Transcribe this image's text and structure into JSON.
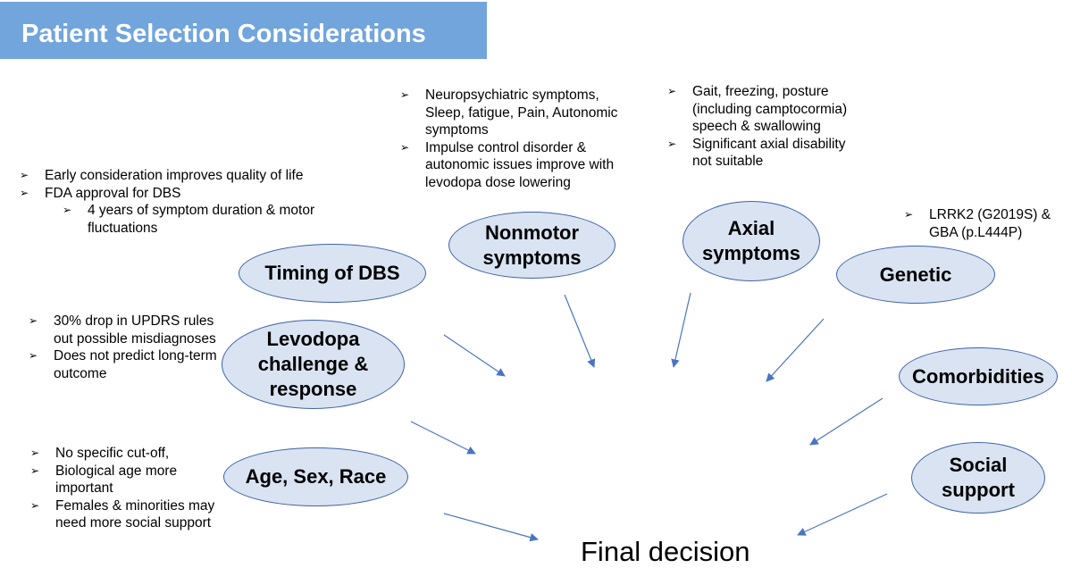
{
  "title": "Patient Selection Considerations",
  "colors": {
    "title_bar": "#72a5dc",
    "oval_fill": "#d9e3f2",
    "oval_border": "#3f63a8",
    "arrow": "#4a74c0"
  },
  "factors": {
    "timing": "Timing of DBS",
    "levodopa_line1": "Levodopa",
    "levodopa_line2": "challenge &",
    "levodopa_line3": "response",
    "age": "Age, Sex, Race",
    "nonmotor_line1": "Nonmotor",
    "nonmotor_line2": "symptoms",
    "axial_line1": "Axial",
    "axial_line2": "symptoms",
    "genetic": "Genetic",
    "comorbidities": "Comorbidities",
    "social_line1": "Social",
    "social_line2": "support"
  },
  "notes": {
    "timing": [
      "Early consideration improves quality of life",
      "FDA approval for DBS",
      "4 years of symptom duration & motor fluctuations"
    ],
    "levodopa": [
      "30% drop in UPDRS rules out possible misdiagnoses",
      "Does not predict long-term outcome"
    ],
    "age": [
      "No specific cut-off,",
      "Biological age more important",
      "Females & minorities may need more social support"
    ],
    "nonmotor": [
      "Neuropsychiatric symptoms, Sleep, fatigue, Pain, Autonomic symptoms",
      "Impulse control disorder & autonomic issues improve with levodopa dose lowering"
    ],
    "axial": [
      "Gait, freezing, posture (including camptocormia) speech & swallowing",
      "Significant axial disability not suitable"
    ],
    "genetic": [
      "LRRK2 (G2019S) & GBA (p.L444P)"
    ]
  },
  "final": "Final decision"
}
